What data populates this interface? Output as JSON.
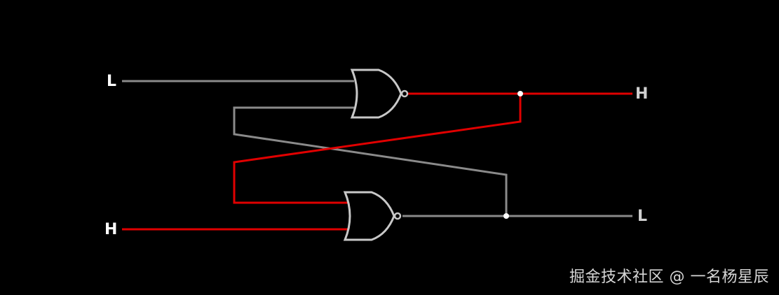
{
  "circuit": {
    "type": "SR latch (cross-coupled NOR gates)",
    "inputs": {
      "top": "L",
      "bottom": "H"
    },
    "outputs": {
      "top": "H",
      "bottom": "L"
    },
    "colors": {
      "high": "#e00000",
      "low": "#8a8a8a",
      "gate_stroke": "#c8c8c8",
      "junction": "#ffffff",
      "background": "#000000"
    }
  },
  "watermark": "掘金技术社区 @ 一名杨星辰"
}
